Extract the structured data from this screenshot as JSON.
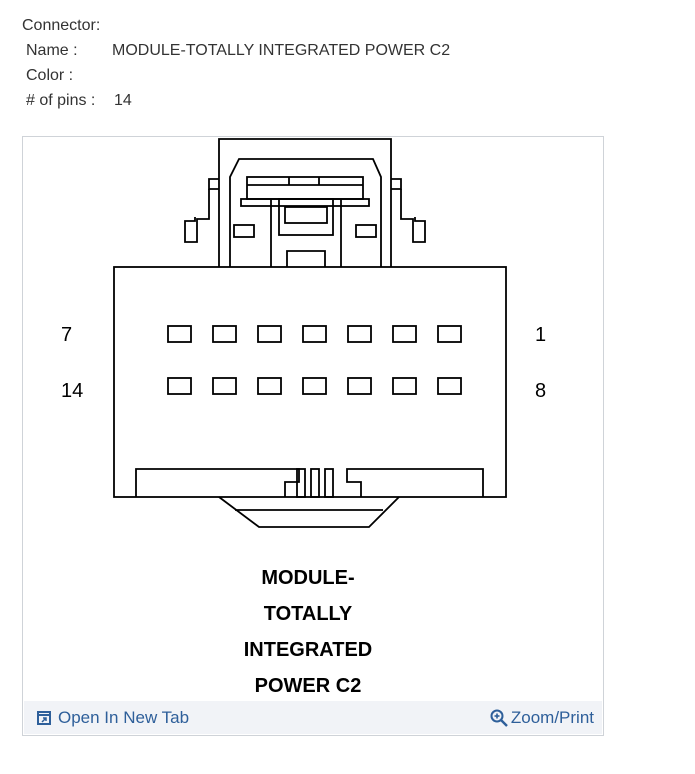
{
  "connector_info": {
    "heading": "Connector:",
    "name_label": "Name :",
    "name_value": "MODULE-TOTALLY INTEGRATED POWER C2",
    "color_label": "Color :",
    "color_value": "",
    "pins_label": "# of pins :",
    "pins_value": "14"
  },
  "diagram": {
    "pin_labels": {
      "top_left": "7",
      "top_right": "1",
      "bottom_left": "14",
      "bottom_right": "8"
    },
    "caption_lines": [
      "MODULE-",
      "TOTALLY",
      "INTEGRATED",
      "POWER C2"
    ]
  },
  "toolbar": {
    "open_label": "Open In New Tab",
    "open_icon": "open-new-tab-icon",
    "zoom_label": "Zoom/Print",
    "zoom_icon": "zoom-in-icon",
    "link_color": "#2e5f9a"
  }
}
